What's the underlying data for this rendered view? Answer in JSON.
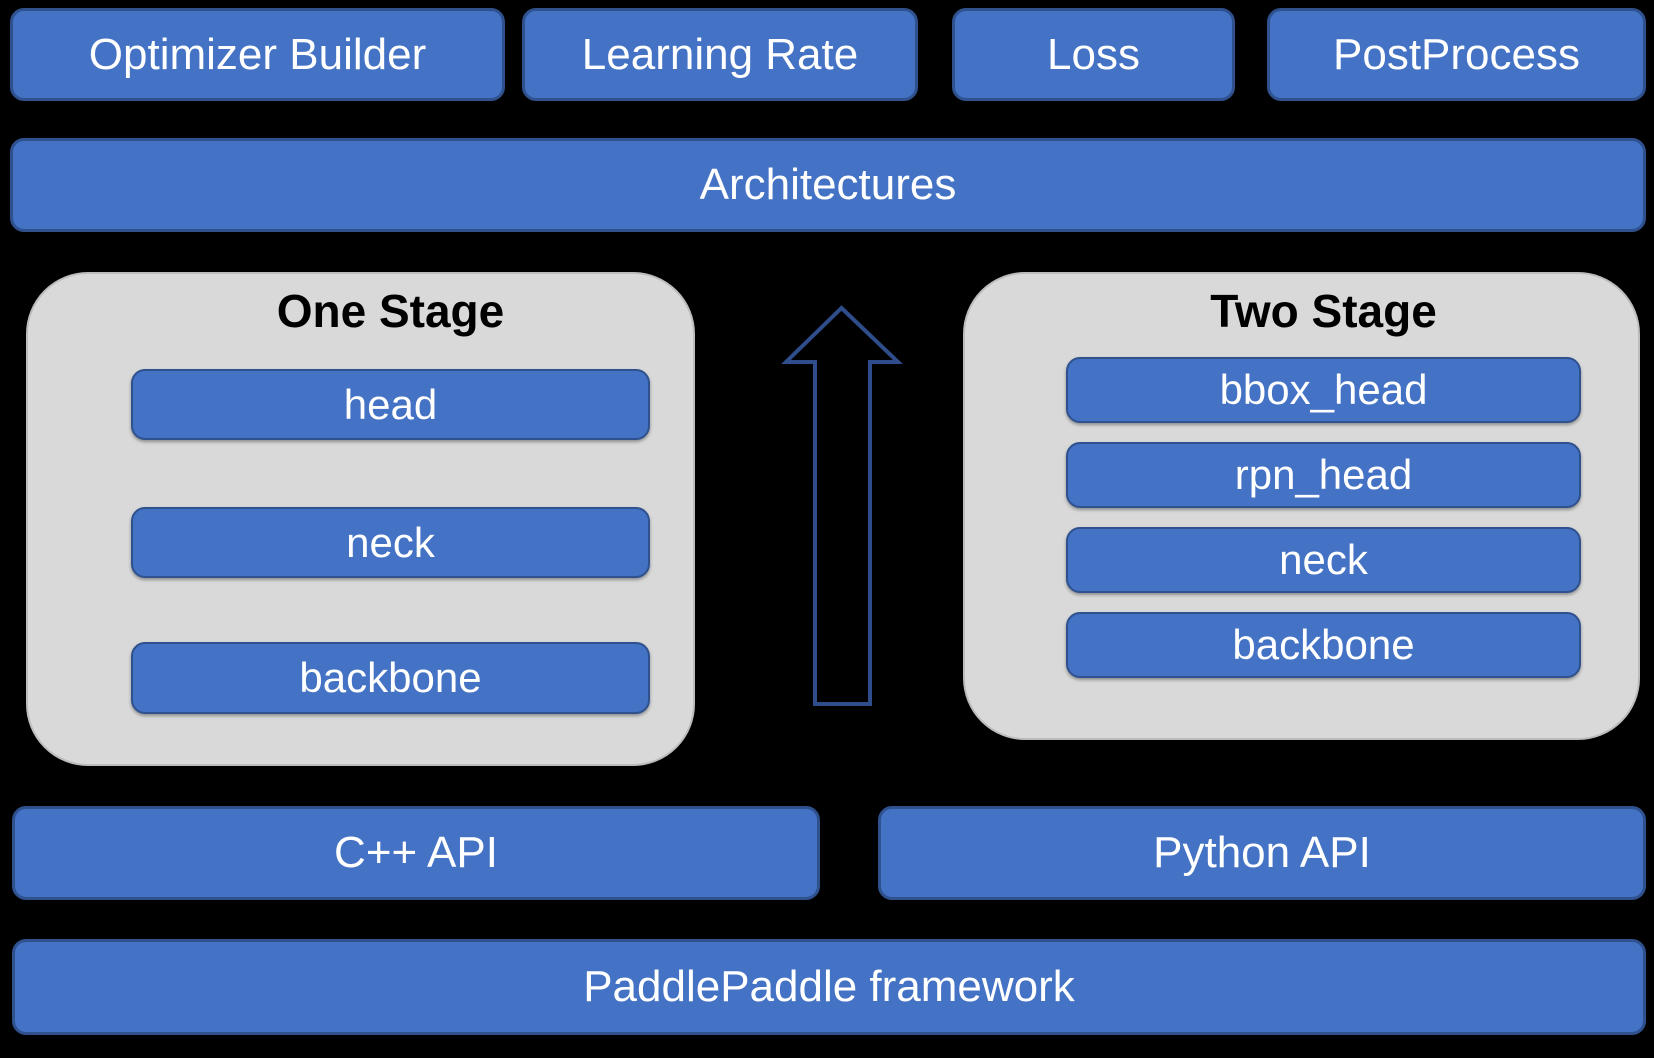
{
  "colors": {
    "background": "#000000",
    "box_fill": "#4472c4",
    "box_border": "#2f528f",
    "container_fill": "#d9d9d9",
    "arrow_stroke": "#2e4d8a",
    "label_text": "#ffffff",
    "title_text": "#000000"
  },
  "top_row": {
    "items": [
      {
        "label": "Optimizer Builder"
      },
      {
        "label": "Learning Rate"
      },
      {
        "label": "Loss"
      },
      {
        "label": "PostProcess"
      }
    ]
  },
  "architectures": {
    "label": "Architectures"
  },
  "one_stage": {
    "title": "One Stage",
    "layers": [
      "head",
      "neck",
      "backbone"
    ]
  },
  "two_stage": {
    "title": "Two Stage",
    "layers": [
      "bbox_head",
      "rpn_head",
      "neck",
      "backbone"
    ]
  },
  "api_row": {
    "cpp_label": "C++ API",
    "python_label": "Python API"
  },
  "framework": {
    "label": "PaddlePaddle framework"
  }
}
